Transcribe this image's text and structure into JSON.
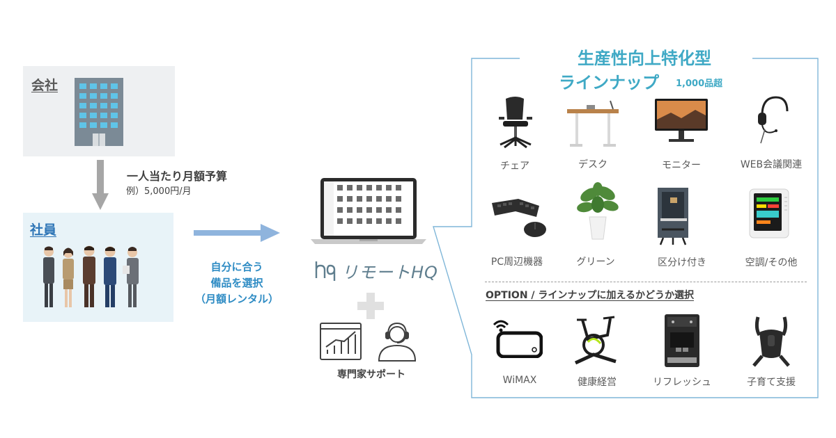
{
  "company": {
    "title": "会社"
  },
  "budget": {
    "main": "一人当たり月額予算",
    "example": "例）5,000円/月"
  },
  "employee": {
    "title": "社員"
  },
  "selection": {
    "line1": "自分に合う",
    "line2": "備品を選択",
    "line3": "（月額レンタル）"
  },
  "brand": {
    "name": "リモートHQ"
  },
  "support": {
    "label": "専門家サポート"
  },
  "lineup": {
    "title_line1": "生産性向上特化型",
    "title_line2": "ラインナップ",
    "count": "1,000品超",
    "items": [
      {
        "label": "チェア",
        "icon": "office-chair"
      },
      {
        "label": "デスク",
        "icon": "standing-desk"
      },
      {
        "label": "モニター",
        "icon": "monitor"
      },
      {
        "label": "WEB会議関連",
        "icon": "headset"
      },
      {
        "label": "PC周辺機器",
        "icon": "keyboard-mouse"
      },
      {
        "label": "グリーン",
        "icon": "plant"
      },
      {
        "label": "区分け付き",
        "icon": "booth"
      },
      {
        "label": "空調/その他",
        "icon": "air-monitor"
      }
    ]
  },
  "option": {
    "title": "OPTION / ラインナップに加えるかどうか選択",
    "items": [
      {
        "label": "WiMAX",
        "icon": "wifi-router"
      },
      {
        "label": "健康経営",
        "icon": "exercise-bike"
      },
      {
        "label": "リフレッシュ",
        "icon": "coffee-machine"
      },
      {
        "label": "子育て支援",
        "icon": "baby-carrier"
      }
    ]
  },
  "colors": {
    "accent": "#3fa9c5",
    "arrow_blue": "#8fb4dd",
    "link_blue": "#2e75b6",
    "frame": "#7fb6d8"
  }
}
